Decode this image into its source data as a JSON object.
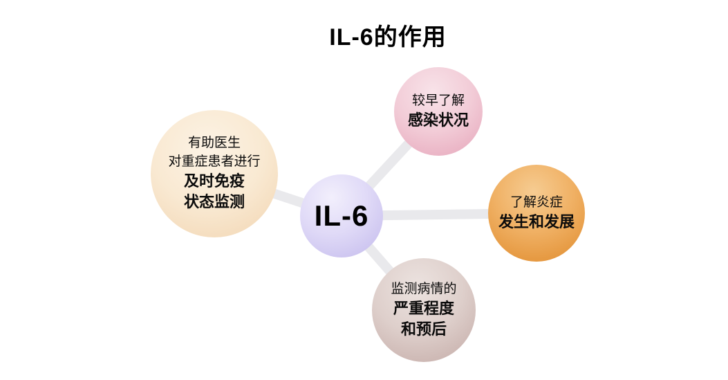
{
  "title": "IL-6的作用",
  "center_node": {
    "label": "IL-6"
  },
  "nodes": {
    "immune_monitor": {
      "lines": [
        "有助医生",
        "对重症患者进行",
        "及时免疫",
        "状态监测"
      ]
    },
    "infection": {
      "lines": [
        "较早了解",
        "感染状况"
      ]
    },
    "inflammation": {
      "lines": [
        "了解炎症",
        "发生和发展"
      ]
    },
    "severity": {
      "lines": [
        "监测病情的",
        "严重程度",
        "和预后"
      ]
    }
  },
  "colors": {
    "center_bubble": "#cdc5f0",
    "infection_bubble": "#eec4d0",
    "immune_monitor_bubble": "#f7e5c9",
    "inflammation_bubble": "#e89a41",
    "severity_bubble": "#cdb7b3",
    "connector": "#e9e9ec",
    "text": "#000000",
    "background": "#ffffff"
  }
}
